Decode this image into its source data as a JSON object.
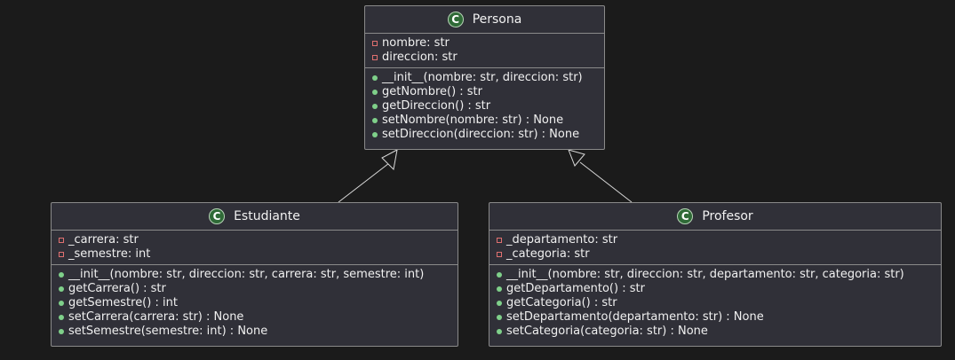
{
  "classes": {
    "persona": {
      "stereotype": "C",
      "name": "Persona",
      "fields": [
        "nombre: str",
        "direccion: str"
      ],
      "methods": [
        "__init__(nombre: str, direccion: str)",
        "getNombre() : str",
        "getDireccion() : str",
        "setNombre(nombre: str) : None",
        "setDireccion(direccion: str) : None"
      ]
    },
    "estudiante": {
      "stereotype": "C",
      "name": "Estudiante",
      "fields": [
        "_carrera: str",
        "_semestre: int"
      ],
      "methods": [
        "__init__(nombre: str, direccion: str, carrera: str, semestre: int)",
        "getCarrera() : str",
        "getSemestre() : int",
        "setCarrera(carrera: str) : None",
        "setSemestre(semestre: int) : None"
      ]
    },
    "profesor": {
      "stereotype": "C",
      "name": "Profesor",
      "fields": [
        "_departamento: str",
        "_categoria: str"
      ],
      "methods": [
        "__init__(nombre: str, direccion: str, departamento: str, categoria: str)",
        "getDepartamento() : str",
        "getCategoria() : str",
        "setDepartamento(departamento: str) : None",
        "setCategoria(categoria: str) : None"
      ]
    }
  },
  "relations": [
    {
      "type": "inheritance",
      "from": "Estudiante",
      "to": "Persona"
    },
    {
      "type": "inheritance",
      "from": "Profesor",
      "to": "Persona"
    }
  ],
  "colors": {
    "background": "#1b1b1b",
    "class_fill": "#303038",
    "border": "#8a8a8a",
    "private_marker": "#e07070",
    "public_marker": "#7fd08a",
    "class_icon": "#2f6a37"
  }
}
